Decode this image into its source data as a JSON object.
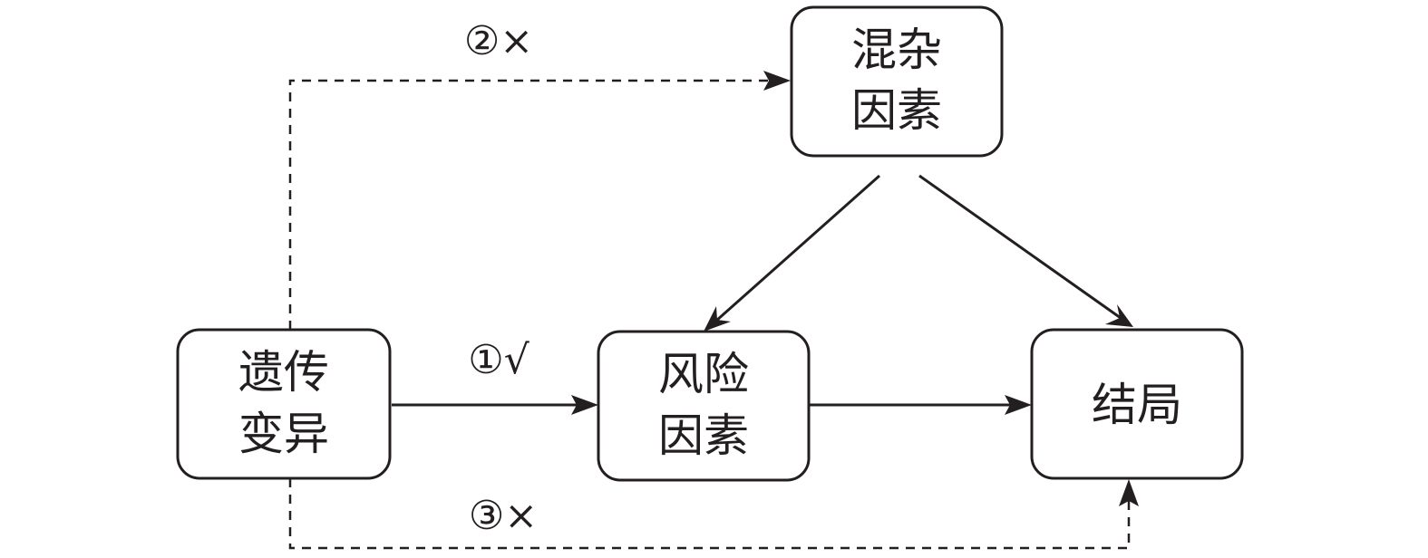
{
  "nodes": {
    "genetic_variant": {
      "lines": [
        "遗传",
        "变异"
      ]
    },
    "confounder": {
      "lines": [
        "混杂",
        "因素"
      ]
    },
    "risk_factor": {
      "lines": [
        "风险",
        "因素"
      ]
    },
    "outcome": {
      "lines": [
        "结局"
      ]
    }
  },
  "edges": {
    "assumption_1": {
      "label": "①√",
      "style": "solid"
    },
    "assumption_2": {
      "label": "②×",
      "style": "dashed"
    },
    "assumption_3": {
      "label": "③×",
      "style": "dashed"
    }
  },
  "colors": {
    "stroke": "#231f20",
    "background": "#ffffff"
  }
}
